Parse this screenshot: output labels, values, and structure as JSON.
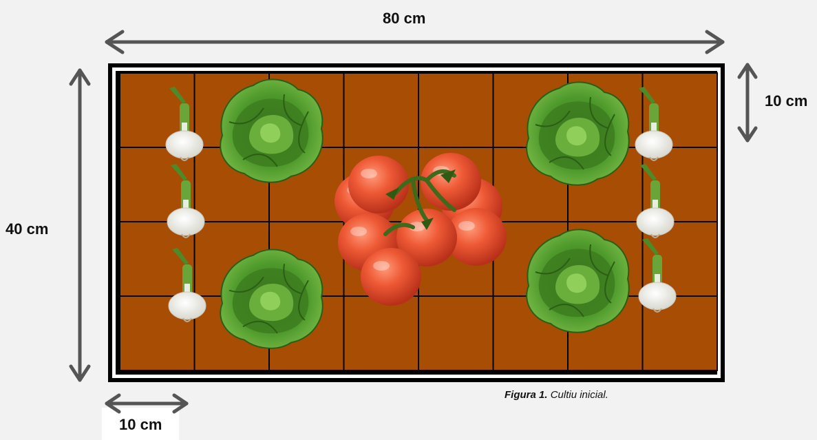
{
  "dimensions": {
    "width_label": "80 cm",
    "height_label": "40 cm",
    "cell_height_label": "10 cm",
    "cell_width_label": "10 cm"
  },
  "caption": {
    "prefix": "Figura 1.",
    "text": "Cultiu inicial."
  },
  "grid": {
    "rows": 4,
    "cols": 8
  },
  "plants": [
    "onion-icon",
    "lettuce-icon",
    "tomato-icon"
  ],
  "colors": {
    "soil": "#a84d04",
    "frame": "#000000",
    "arrow": "#555555",
    "lettuce": "#3f8a24",
    "tomato": "#e34a2a",
    "onion_bulb": "#f4f4ef",
    "onion_stem": "#6aa53a"
  }
}
